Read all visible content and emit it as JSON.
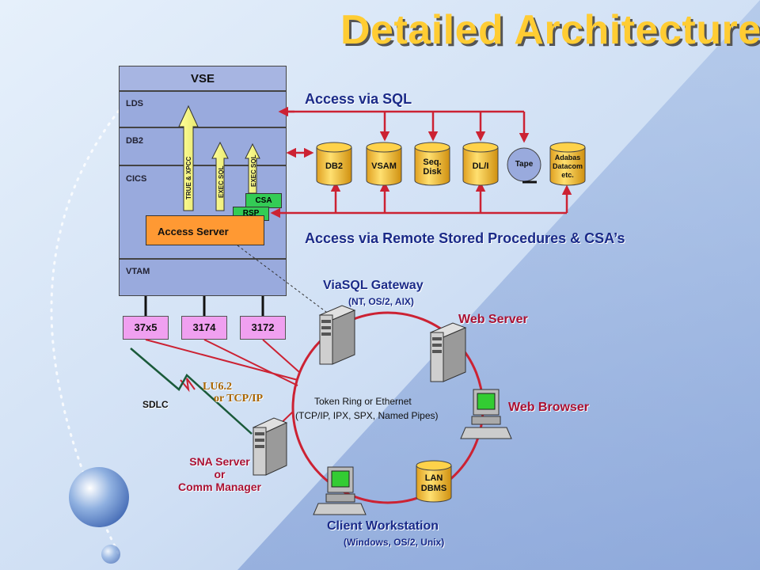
{
  "title": "Detailed Architecture",
  "stack": {
    "vse": "VSE",
    "lds": "LDS",
    "db2": "DB2",
    "cics": "CICS",
    "vtam": "VTAM",
    "access_server": "Access Server",
    "csa": "CSA",
    "rsp": "RSP",
    "arrows": [
      "TRUE & XPCC",
      "EXEC SQL",
      "EXEC SQL"
    ]
  },
  "controllers": [
    "37x5",
    "3174",
    "3172"
  ],
  "access_sql": "Access via SQL",
  "access_rsp": "Access via Remote Stored Procedures & CSA’s",
  "datastores": [
    {
      "label": "DB2"
    },
    {
      "label": "VSAM"
    },
    {
      "label": "Seq.\nDisk"
    },
    {
      "label": "DL/I"
    },
    {
      "label": "Tape"
    },
    {
      "label": "Adabas\nDatacom\netc."
    }
  ],
  "network": {
    "ring_label": "Token Ring or Ethernet",
    "ring_sub": "(TCP/IP, IPX, SPX, Named Pipes)"
  },
  "nodes": {
    "gateway": "ViaSQL Gateway",
    "gateway_sub": "(NT, OS/2, AIX)",
    "web_server": "Web Server",
    "web_browser": "Web Browser",
    "lan_dbms": "LAN\nDBMS",
    "client": "Client Workstation",
    "client_sub": "(Windows, OS/2, Unix)",
    "sna_server": "SNA Server\nor\nComm Manager"
  },
  "links": {
    "sdlc": "SDLC",
    "lu62": "LU6.2",
    "or_tcpip": "or TCP/IP"
  },
  "colors": {
    "title": "#ffcc33",
    "arrow_red": "#cc2233",
    "stack_blue": "#99aadd",
    "access_server": "#ff9933",
    "csa_green": "#33cc55",
    "controller": "#f0a0f0"
  }
}
